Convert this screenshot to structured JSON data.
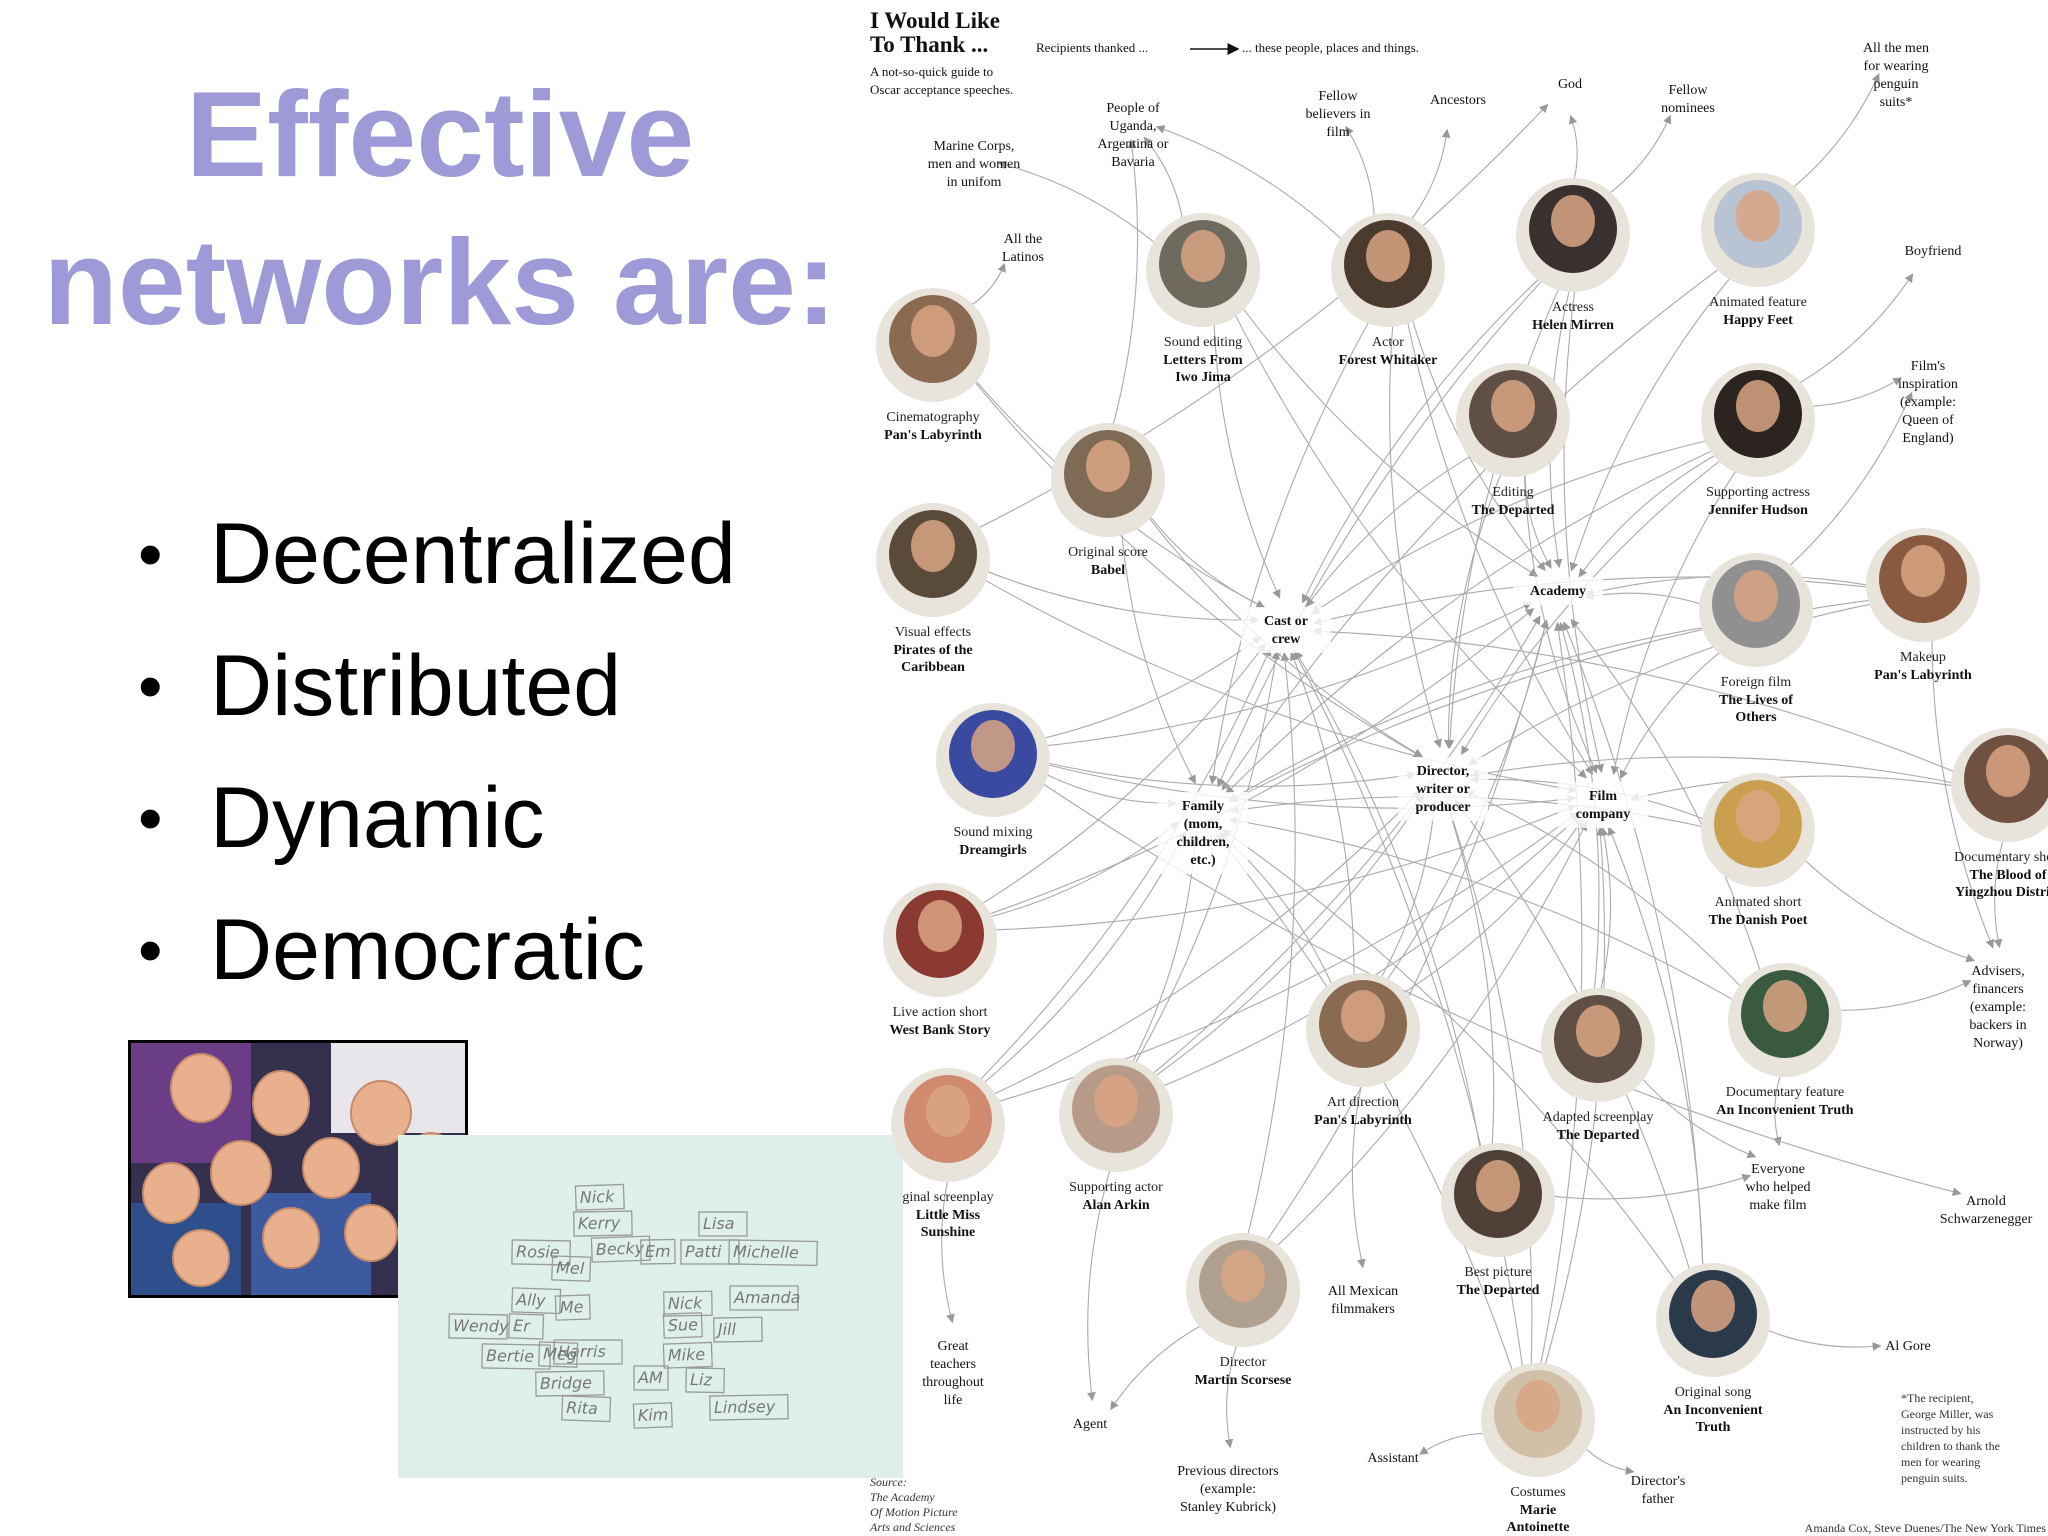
{
  "slide": {
    "title_line1": "Effective",
    "title_line2": "networks are:",
    "bullets": [
      "Decentralized",
      "Distributed",
      "Dynamic",
      "Democratic"
    ],
    "title_color": "#9e9ad8"
  },
  "graphic": {
    "title_line1": "I Would Like",
    "title_line2": "To Thank ...",
    "legend_left": "Recipients thanked ...",
    "legend_right": "... these people, places and things.",
    "subtitle_line1": "A not-so-quick guide to",
    "subtitle_line2": "Oscar acceptance speeches.",
    "hubs": {
      "cast": [
        "Cast or",
        "crew"
      ],
      "academy": [
        "Academy"
      ],
      "director": [
        "Director,",
        "writer or",
        "producer"
      ],
      "film_company": [
        "Film",
        "company"
      ],
      "family": [
        "Family",
        "(mom,",
        "children,",
        "etc.)"
      ]
    },
    "recipients": [
      {
        "category": "Cinematography",
        "film": [
          "Pan's Labyrinth"
        ]
      },
      {
        "category": "Sound editing",
        "film": [
          "Letters From",
          "Iwo Jima"
        ]
      },
      {
        "category": "Actor",
        "film": [
          "Forest Whitaker"
        ]
      },
      {
        "category": "Actress",
        "film": [
          "Helen Mirren"
        ]
      },
      {
        "category": "Animated feature",
        "film": [
          "Happy Feet"
        ]
      },
      {
        "category": "Original score",
        "film": [
          "Babel"
        ]
      },
      {
        "category": "Editing",
        "film": [
          "The Departed"
        ]
      },
      {
        "category": "Supporting actress",
        "film": [
          "Jennifer Hudson"
        ]
      },
      {
        "category": "Visual effects",
        "film": [
          "Pirates of the",
          "Caribbean"
        ]
      },
      {
        "category": "Foreign film",
        "film": [
          "The Lives of",
          "Others"
        ]
      },
      {
        "category": "Makeup",
        "film": [
          "Pan's Labyrinth"
        ]
      },
      {
        "category": "Sound mixing",
        "film": [
          "Dreamgirls"
        ]
      },
      {
        "category": "Animated short",
        "film": [
          "The Danish Poet"
        ]
      },
      {
        "category": "Documentary short",
        "film": [
          "The Blood of",
          "Yingzhou District"
        ]
      },
      {
        "category": "Live action short",
        "film": [
          "West Bank Story"
        ]
      },
      {
        "category": "Art direction",
        "film": [
          "Pan's Labyrinth"
        ]
      },
      {
        "category": "Adapted screenplay",
        "film": [
          "The Departed"
        ]
      },
      {
        "category": "Documentary feature",
        "film": [
          "An Inconvenient Truth"
        ]
      },
      {
        "category": "ginal screenplay",
        "film": [
          "Little Miss",
          "Sunshine"
        ]
      },
      {
        "category": "Supporting actor",
        "film": [
          "Alan Arkin"
        ]
      },
      {
        "category": "Best picture",
        "film": [
          "The Departed"
        ]
      },
      {
        "category": "Director",
        "film": [
          "Martin Scorsese"
        ]
      },
      {
        "category": "Original song",
        "film": [
          "An Inconvenient",
          "Truth"
        ]
      },
      {
        "category": "Costumes",
        "film": [
          "Marie",
          "Antoinette"
        ]
      }
    ],
    "targets": {
      "marine": [
        "Marine Corps,",
        "men and women",
        "in unifom"
      ],
      "uganda": [
        "People of",
        "Uganda,",
        "Argentina or",
        "Bavaria"
      ],
      "believers": [
        "Fellow",
        "believers in",
        "film"
      ],
      "ancestors": [
        "Ancestors"
      ],
      "god": [
        "God"
      ],
      "nominees": [
        "Fellow",
        "nominees"
      ],
      "penguin": [
        "All the men",
        "for wearing",
        "penguin",
        "suits*"
      ],
      "latinos": [
        "All the",
        "Latinos"
      ],
      "boyfriend": [
        "Boyfriend"
      ],
      "inspiration": [
        "Film's",
        "inspiration",
        "(example:",
        "Queen of",
        "England)"
      ],
      "advisers": [
        "Advisers,",
        "financers",
        "(example:",
        "backers in",
        "Norway)"
      ],
      "everyone": [
        "Everyone",
        "who helped",
        "make film"
      ],
      "arnold": [
        "Arnold",
        "Schwarzenegger"
      ],
      "mexican": [
        "All Mexican",
        "filmmakers"
      ],
      "teachers": [
        "Great",
        "teachers",
        "throughout",
        "life"
      ],
      "agent": [
        "Agent"
      ],
      "previous": [
        "Previous directors",
        "(example:",
        "Stanley Kubrick)"
      ],
      "assistant": [
        "Assistant"
      ],
      "father": [
        "Director's",
        "father"
      ],
      "gore": [
        "Al Gore"
      ]
    },
    "footnote": [
      "*The recipient,",
      "George Miller, was",
      "instructed by his",
      "children to thank the",
      "men for wearing",
      "penguin suits."
    ],
    "source": [
      "Source:",
      "The Academy",
      "Of Motion Picture",
      "Arts and Sciences"
    ],
    "credit": "Amanda Cox, Steve Duenes/The New York Times"
  },
  "handwritten_names": [
    "Nick",
    "Kerry",
    "Lisa",
    "Rosie",
    "Mel",
    "Becky",
    "Em",
    "Patti",
    "Michelle",
    "Ally",
    "Me",
    "Nick",
    "Amanda",
    "Wendy",
    "Er",
    "Sue",
    "Jill",
    "Harris",
    "Bertie",
    "Meg",
    "Mike",
    "Bridge",
    "AM",
    "Liz",
    "Rita",
    "Kim",
    "Lindsey"
  ]
}
